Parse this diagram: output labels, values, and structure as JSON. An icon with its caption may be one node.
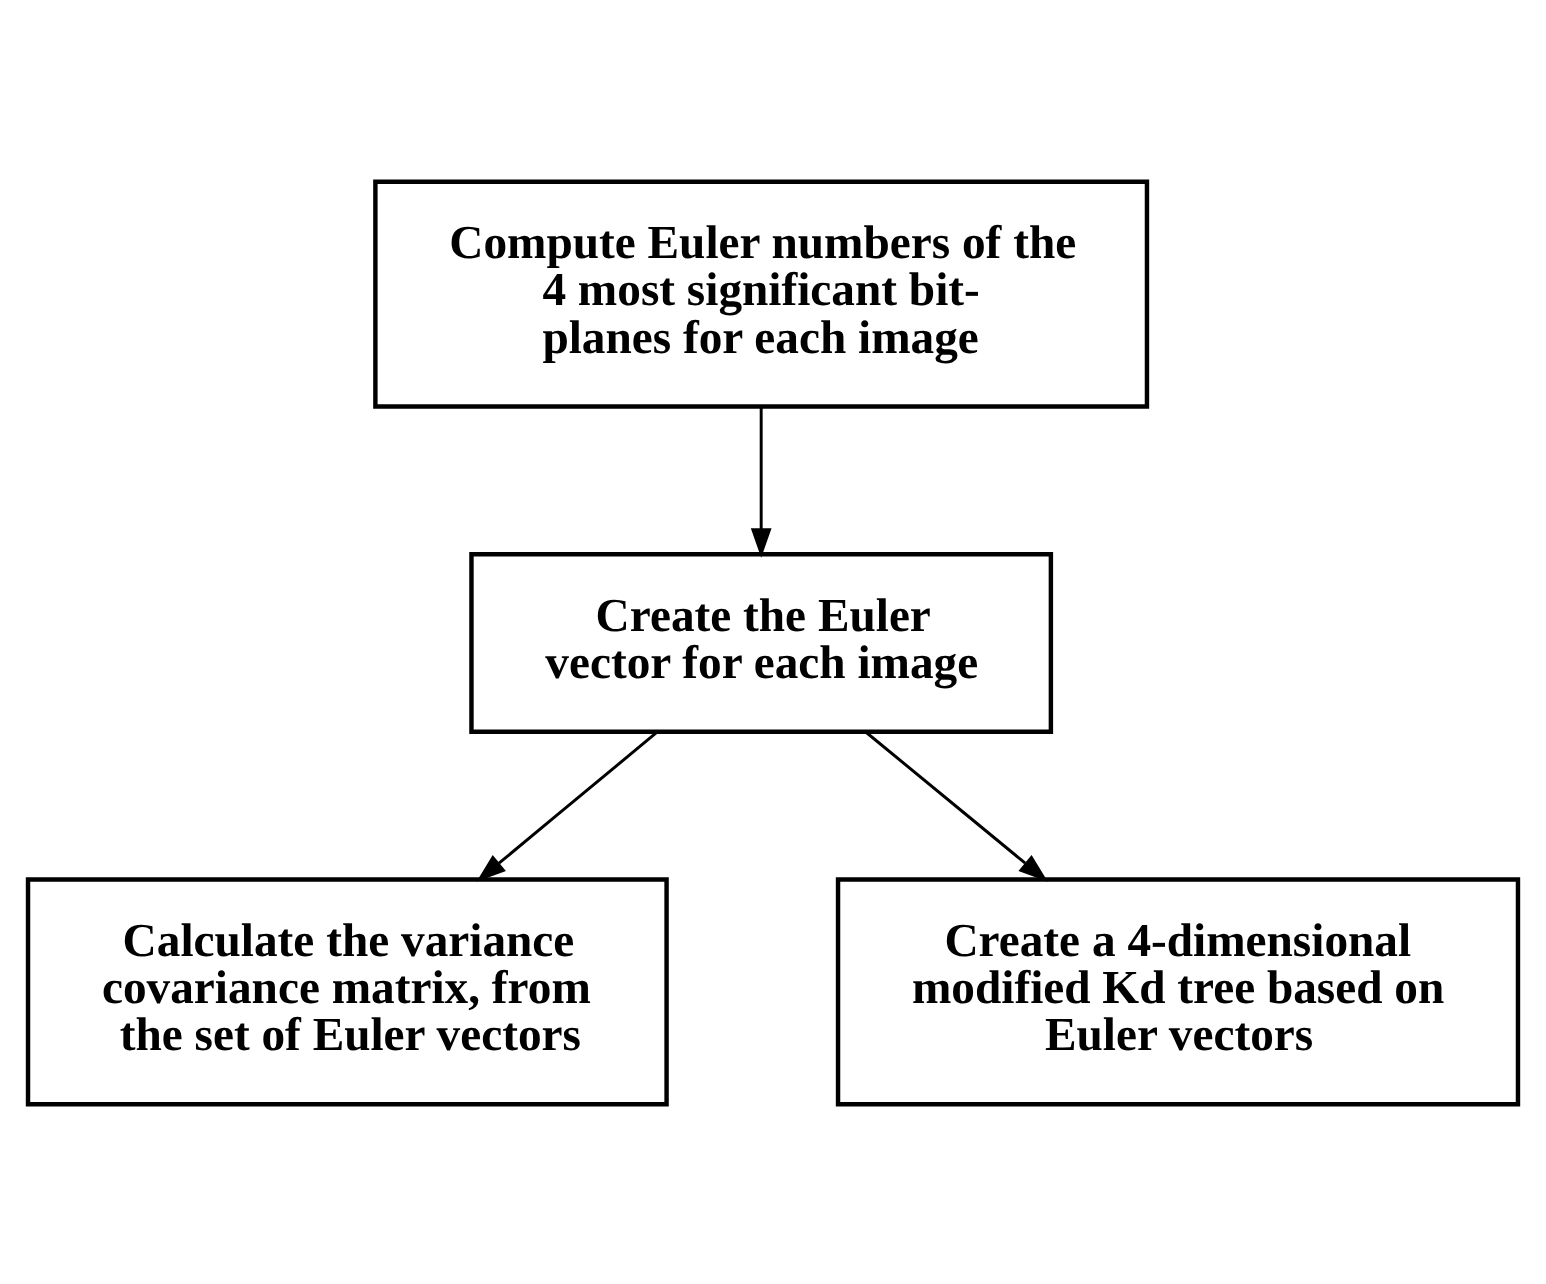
{
  "diagram": {
    "nodes": [
      {
        "text": [
          "Compute Euler numbers of the 4 most significant bit-planes for each image"
        ]
      },
      {
        "text": [
          "Create the Euler vector for each image"
        ]
      },
      {
        "text": [
          "Calculate the variance covariance matrix, from the set of Euler vectors"
        ]
      },
      {
        "text": [
          "Create a 4-dimensional modified Kd tree based on Euler vectors"
        ]
      }
    ],
    "edges": [
      {
        "from": 0,
        "to": 1,
        "arrow": "to"
      },
      {
        "from": 1,
        "to": 2,
        "arrow": "to"
      },
      {
        "from": 1,
        "to": 3,
        "arrow": "to"
      }
    ]
  }
}
